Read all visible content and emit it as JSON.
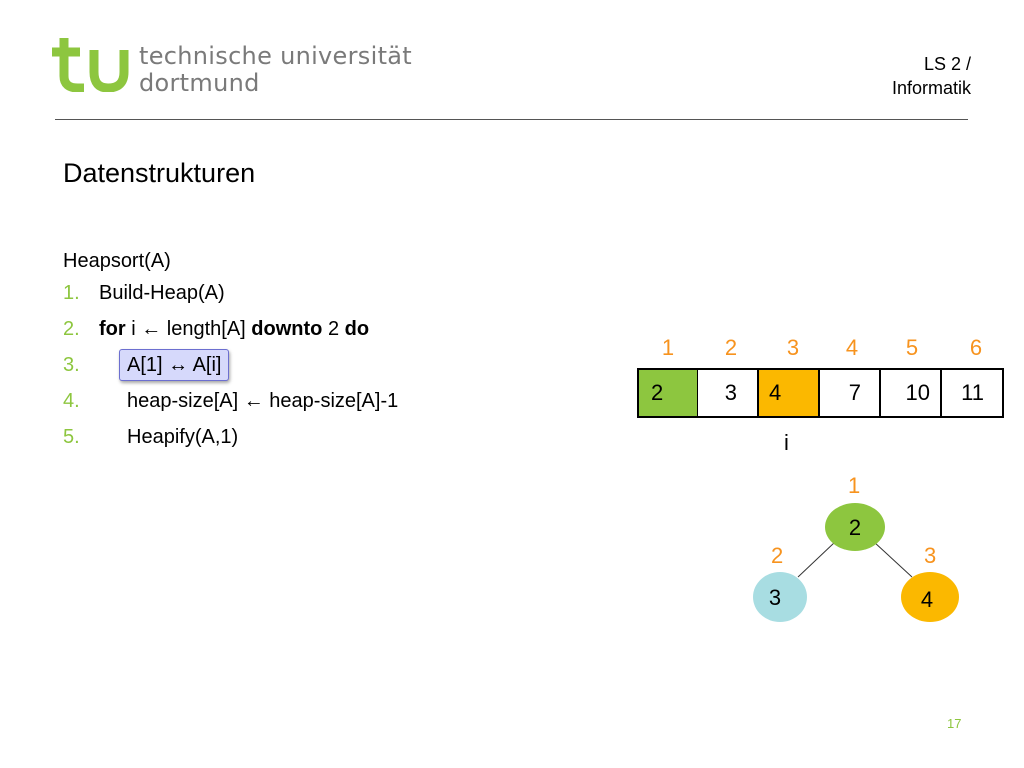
{
  "header": {
    "university_line1": "technische universität",
    "university_line2": "dortmund",
    "chair_line1": "LS 2 /",
    "chair_line2": "Informatik",
    "logo_color": "#8dc63f"
  },
  "slide": {
    "title": "Datenstrukturen",
    "page_number": "17"
  },
  "algorithm": {
    "header": "Heapsort(A)",
    "lines": [
      {
        "num": "1.",
        "parts": [
          "Build-Heap(A)"
        ]
      },
      {
        "num": "2.",
        "kw1": "for",
        "t1": " i ← length[A] ",
        "kw2": "downto",
        "t2": " 2 ",
        "kw3": "do"
      },
      {
        "num": "3.",
        "text": "A[1] ↔ A[i]"
      },
      {
        "num": "4.",
        "text": "heap-size[A] ← heap-size[A]-1"
      },
      {
        "num": "5.",
        "text": "Heapify(A,1)"
      }
    ],
    "line1_text": "Build-Heap(A)",
    "highlight_color": "#d6d9fb"
  },
  "array": {
    "indices": [
      "1",
      "2",
      "3",
      "4",
      "5",
      "6"
    ],
    "values": [
      "2",
      "3",
      "4",
      "7",
      "10",
      "11"
    ],
    "cell_colors": [
      "#8dc63f",
      "#ffffff",
      "#fbb800",
      "#ffffff",
      "#ffffff",
      "#ffffff"
    ],
    "pointer_label": "i",
    "index_color": "#f7931e"
  },
  "tree": {
    "nodes": [
      {
        "index": "1",
        "value": "2",
        "color": "#8dc63f"
      },
      {
        "index": "2",
        "value": "3",
        "color": "#a8dde2"
      },
      {
        "index": "3",
        "value": "4",
        "color": "#fbb800"
      }
    ]
  }
}
